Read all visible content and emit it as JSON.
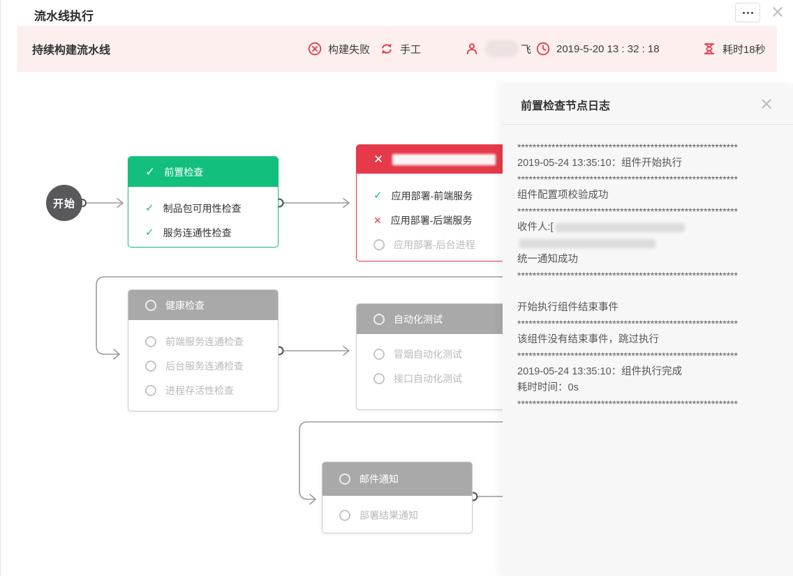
{
  "page": {
    "title": "流水线执行"
  },
  "status_bar": {
    "pipeline_name": "持续构建流水线",
    "result_label": "构建失败",
    "trigger_label": "手工",
    "user_label": "飞",
    "user_redacted": true,
    "time_label": "2019-5-20 13 : 32 : 18",
    "duration_label": "耗时18秒"
  },
  "flow": {
    "start_label": "开始",
    "nodes": [
      {
        "title": "前置检查",
        "status": "success",
        "items": [
          {
            "label": "制品包可用性检查",
            "status": "success"
          },
          {
            "label": "服务连通性检查",
            "status": "success"
          }
        ]
      },
      {
        "title": "",
        "title_redacted": true,
        "status": "failed",
        "items": [
          {
            "label": "应用部署-前端服务",
            "status": "success"
          },
          {
            "label": "应用部署-后端服务",
            "status": "failed"
          },
          {
            "label": "应用部署-后台进程",
            "status": "pending"
          }
        ]
      },
      {
        "title": "健康检查",
        "status": "pending",
        "items": [
          {
            "label": "前端服务连通检查",
            "status": "pending"
          },
          {
            "label": "后台服务连通检查",
            "status": "pending"
          },
          {
            "label": "进程存活性检查",
            "status": "pending"
          }
        ]
      },
      {
        "title": "自动化测试",
        "status": "pending",
        "items": [
          {
            "label": "冒烟自动化测试",
            "status": "pending"
          },
          {
            "label": "接口自动化测试",
            "status": "pending"
          }
        ]
      },
      {
        "title": "邮件通知",
        "status": "pending",
        "items": [
          {
            "label": "部署结果通知",
            "status": "pending"
          }
        ]
      }
    ]
  },
  "log_panel": {
    "title": "前置检查节点日志",
    "stars": "**********************************************************",
    "lines": [
      {
        "type": "stars"
      },
      {
        "type": "text",
        "text": "2019-05-24 13:35:10：组件开始执行"
      },
      {
        "type": "stars"
      },
      {
        "type": "text",
        "text": "组件配置项校验成功"
      },
      {
        "type": "stars"
      },
      {
        "type": "mix",
        "parts": [
          {
            "text": "收件人:["
          },
          {
            "blur_width": 185
          }
        ]
      },
      {
        "type": "mix",
        "parts": [
          {
            "blur_width": 195
          }
        ]
      },
      {
        "type": "text",
        "text": "统一通知成功"
      },
      {
        "type": "stars"
      },
      {
        "type": "blank"
      },
      {
        "type": "text",
        "text": "开始执行组件结束事件"
      },
      {
        "type": "stars"
      },
      {
        "type": "text",
        "text": "该组件没有结束事件，跳过执行"
      },
      {
        "type": "stars"
      },
      {
        "type": "text",
        "text": "2019-05-24 13:35:10：组件执行完成"
      },
      {
        "type": "text",
        "text": "耗时时间：0s"
      },
      {
        "type": "stars"
      }
    ]
  },
  "colors": {
    "success_green": "#12bf7d",
    "fail_red": "#e6394a",
    "pending_gray": "#a9a9a9",
    "status_bar_pink": "#fcefee",
    "icon_red": "#e23c47",
    "line_gray": "#9a9a9a"
  }
}
